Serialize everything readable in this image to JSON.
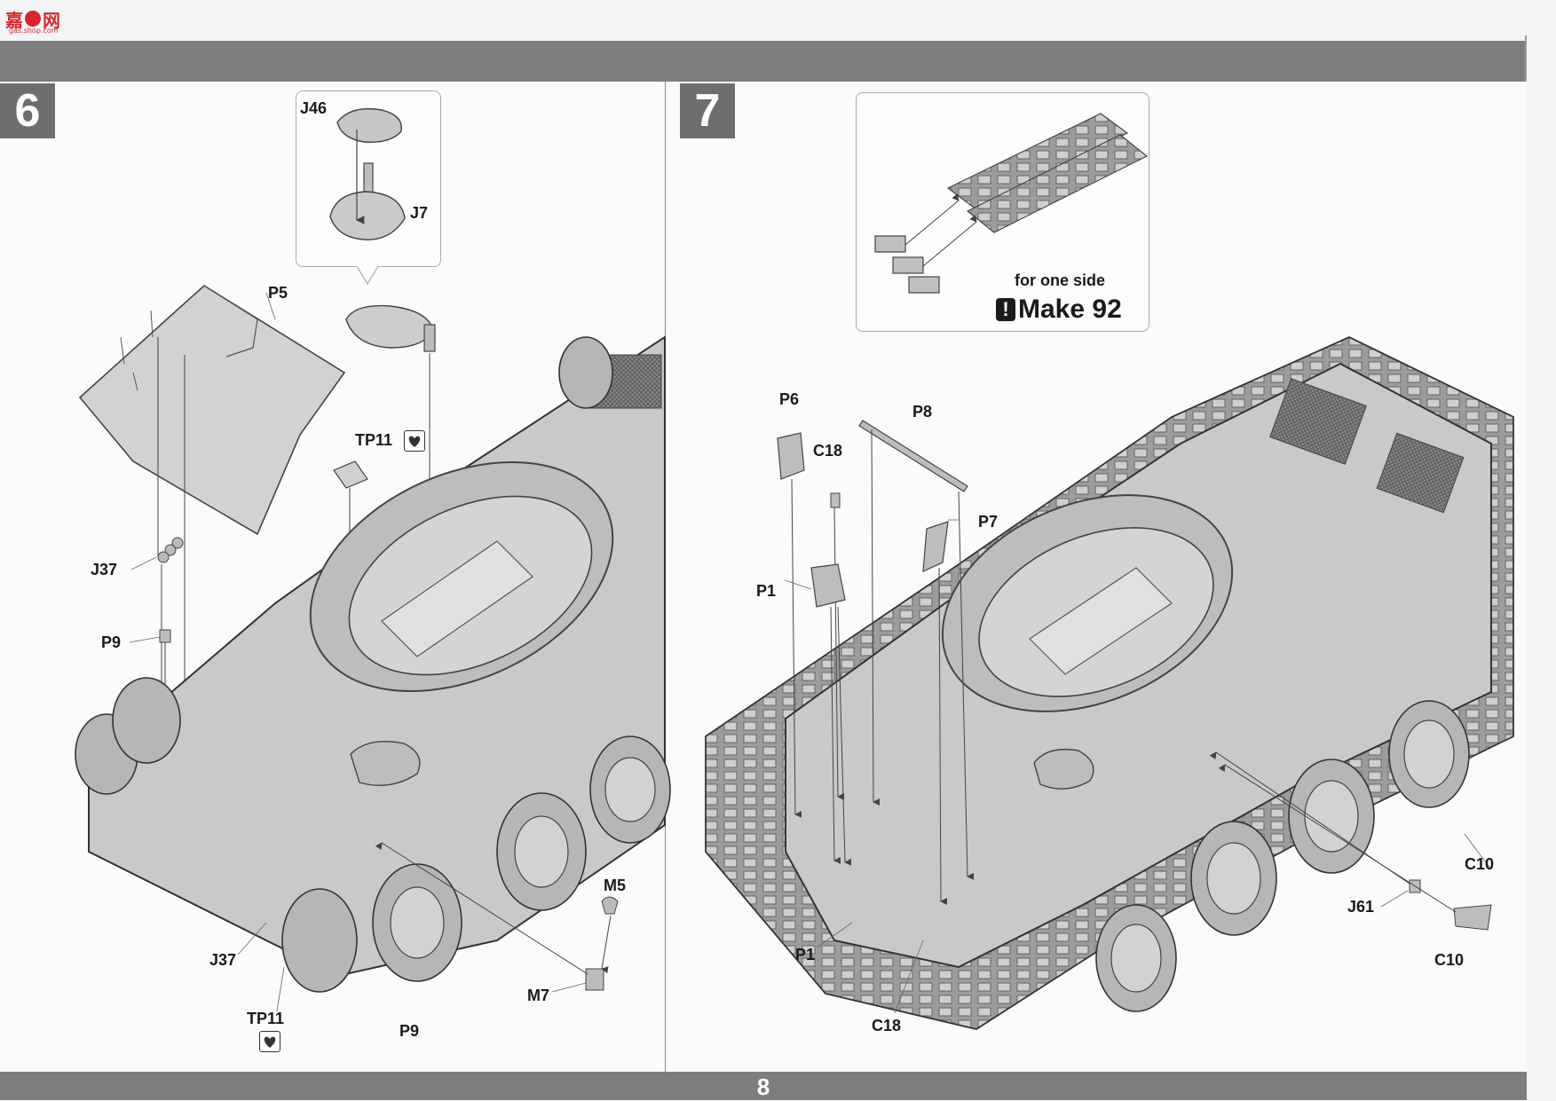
{
  "watermark": {
    "glyphs": "嘉",
    "site": "网",
    "url": "gas.shop.com"
  },
  "page_number": "8",
  "step6": {
    "number": "6",
    "labels": {
      "j46": "J46",
      "j7": "J7",
      "p5": "P5",
      "tp11_top": "TP11",
      "j37_top": "J37",
      "p9_top": "P9",
      "m5": "M5",
      "j37_bottom": "J37",
      "m7": "M7",
      "tp11_bottom": "TP11",
      "p9_bottom": "P9"
    }
  },
  "step7": {
    "number": "7",
    "inset": {
      "note": "for one side",
      "make_label": "Make 92"
    },
    "labels": {
      "p6": "P6",
      "p8": "P8",
      "c18_top": "C18",
      "p7": "P7",
      "p1_top": "P1",
      "c10_right": "C10",
      "j61": "J61",
      "c10_bottom": "C10",
      "p1_bottom": "P1",
      "c18_bottom": "C18"
    }
  },
  "colors": {
    "bar": "#7d7d7d",
    "ink": "#1a1a1a",
    "hull": "#c9c9cc",
    "watermark_red": "#d8262c"
  }
}
